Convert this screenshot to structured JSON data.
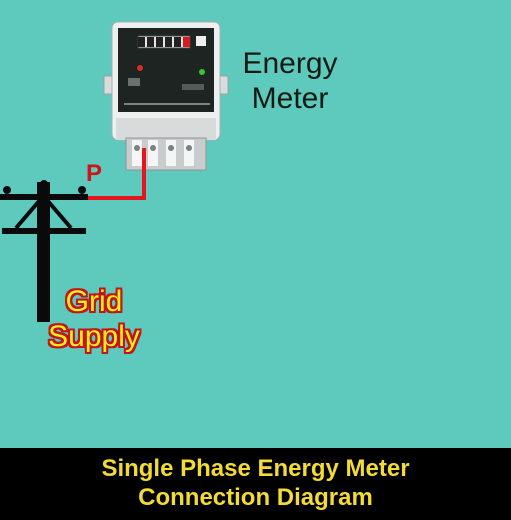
{
  "diagram": {
    "meter_label": {
      "line1": "Energy",
      "line2": "Meter"
    },
    "supply_label": {
      "line1": "Grid",
      "line2": "Supply"
    },
    "phase_label": "P"
  },
  "caption": {
    "line1": "Single Phase Energy Meter",
    "line2": "Connection Diagram"
  },
  "colors": {
    "background": "#5ec9bd",
    "phase_wire": "#e8141c",
    "pole": "#0a0a0a",
    "caption_bg": "#000000",
    "caption_text": "#f2dc34"
  }
}
